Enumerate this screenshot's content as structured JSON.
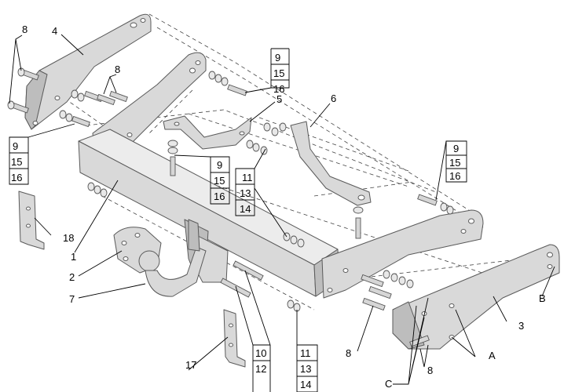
{
  "diagram": {
    "callouts": {
      "c8_topleft": "8",
      "c4": "4",
      "c8_mid": "8",
      "c9_top": "9",
      "c15_top": "15",
      "c16_top": "16",
      "c5": "5",
      "c6": "6",
      "c9_left": "9",
      "c15_left": "15",
      "c16_left": "16",
      "c9_center": "9",
      "c15_center": "15",
      "c16_center": "16",
      "c11_mid": "11",
      "c13_mid": "13",
      "c14_mid": "14",
      "c9_right": "9",
      "c15_right": "15",
      "c16_right": "16",
      "c18": "18",
      "c1": "1",
      "c2": "2",
      "c7": "7",
      "cB": "B",
      "c3": "3",
      "c10": "10",
      "c12": "12",
      "c11_bot": "11",
      "c13_bot": "13",
      "c14_bot": "14",
      "c8_bot_left": "8",
      "cA": "A",
      "c17": "17",
      "cC": "C",
      "c8_bot_right": "8"
    }
  }
}
